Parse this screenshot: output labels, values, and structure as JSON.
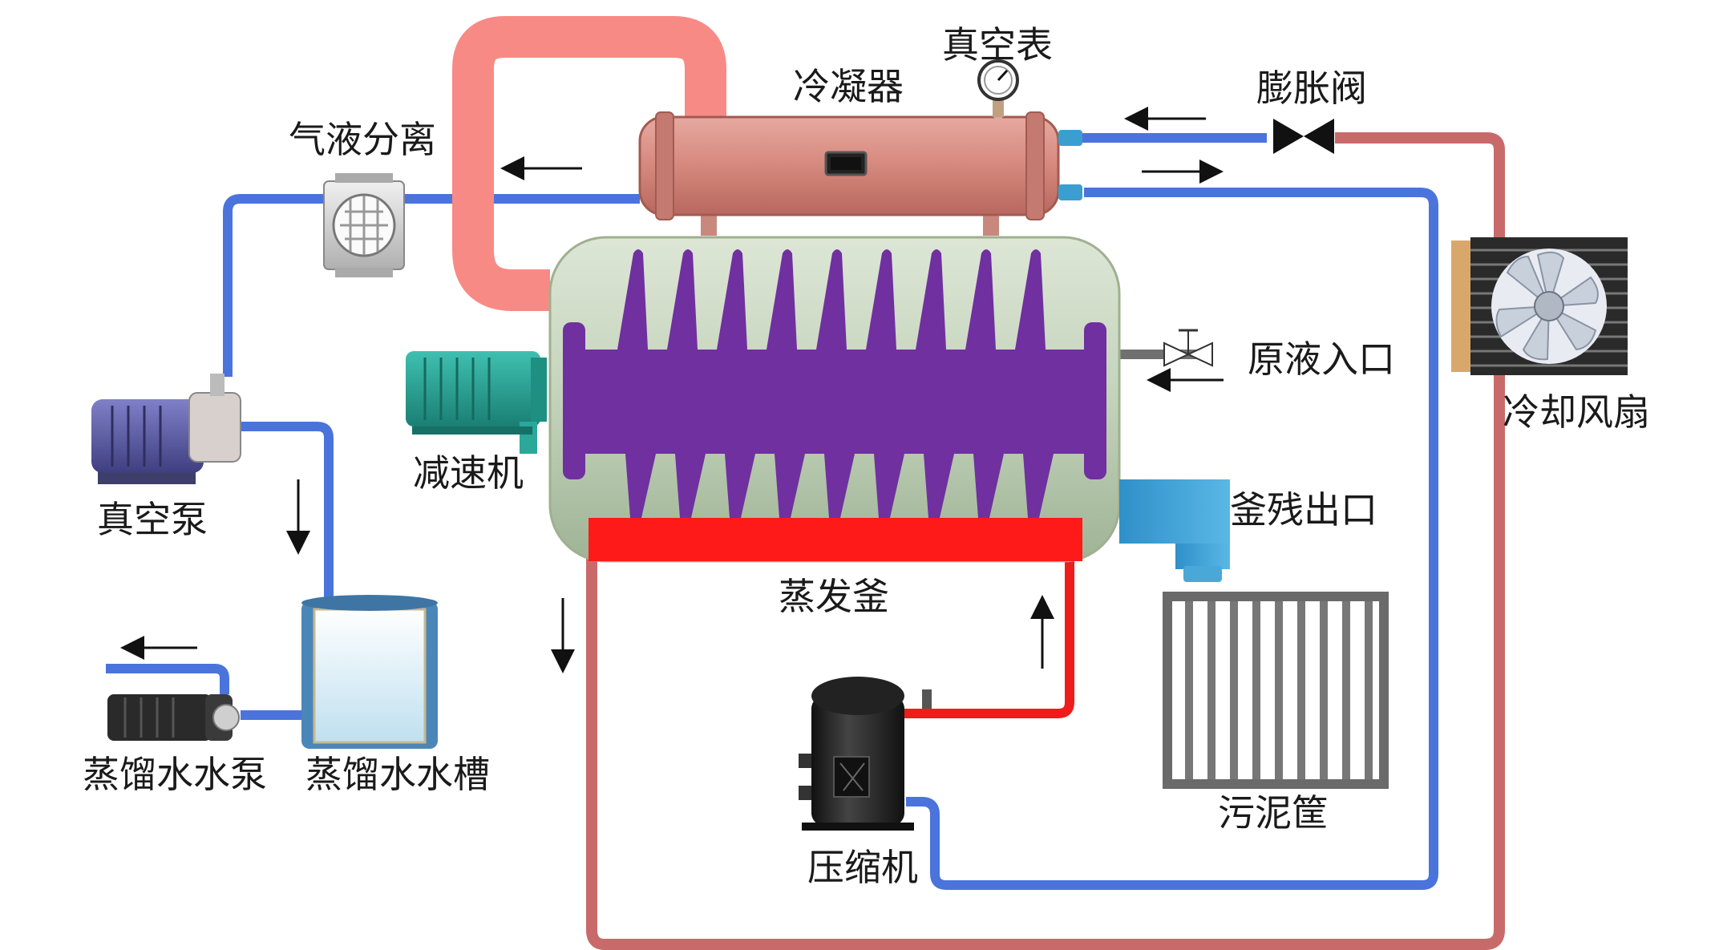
{
  "labels": {
    "vacuum_gauge": "真空表",
    "condenser": "冷凝器",
    "expansion_valve": "膨胀阀",
    "gas_liquid_separator": "气液分离",
    "raw_liquid_inlet": "原液入口",
    "cooling_fan": "冷却风扇",
    "reducer": "减速机",
    "vacuum_pump": "真空泵",
    "residue_outlet": "釜残出口",
    "evaporator": "蒸发釜",
    "distilled_water_pump": "蒸馏水水泵",
    "distilled_water_tank": "蒸馏水水槽",
    "compressor": "压缩机",
    "sludge_basket": "污泥筐"
  },
  "colors": {
    "cold_pipe": "#4a74dc",
    "hot_refrigerant_pipe": "#c96a6a",
    "hot_gas_pipe": "#f04040",
    "vapor_duct": "#f88a86",
    "agitator": "#7030a0",
    "heater": "#ff1a1a",
    "vessel": "#c8d8c0"
  },
  "icons": {
    "pressure_gauge": "pressure-gauge-icon",
    "valve": "valve-icon",
    "fan": "fan-icon"
  }
}
